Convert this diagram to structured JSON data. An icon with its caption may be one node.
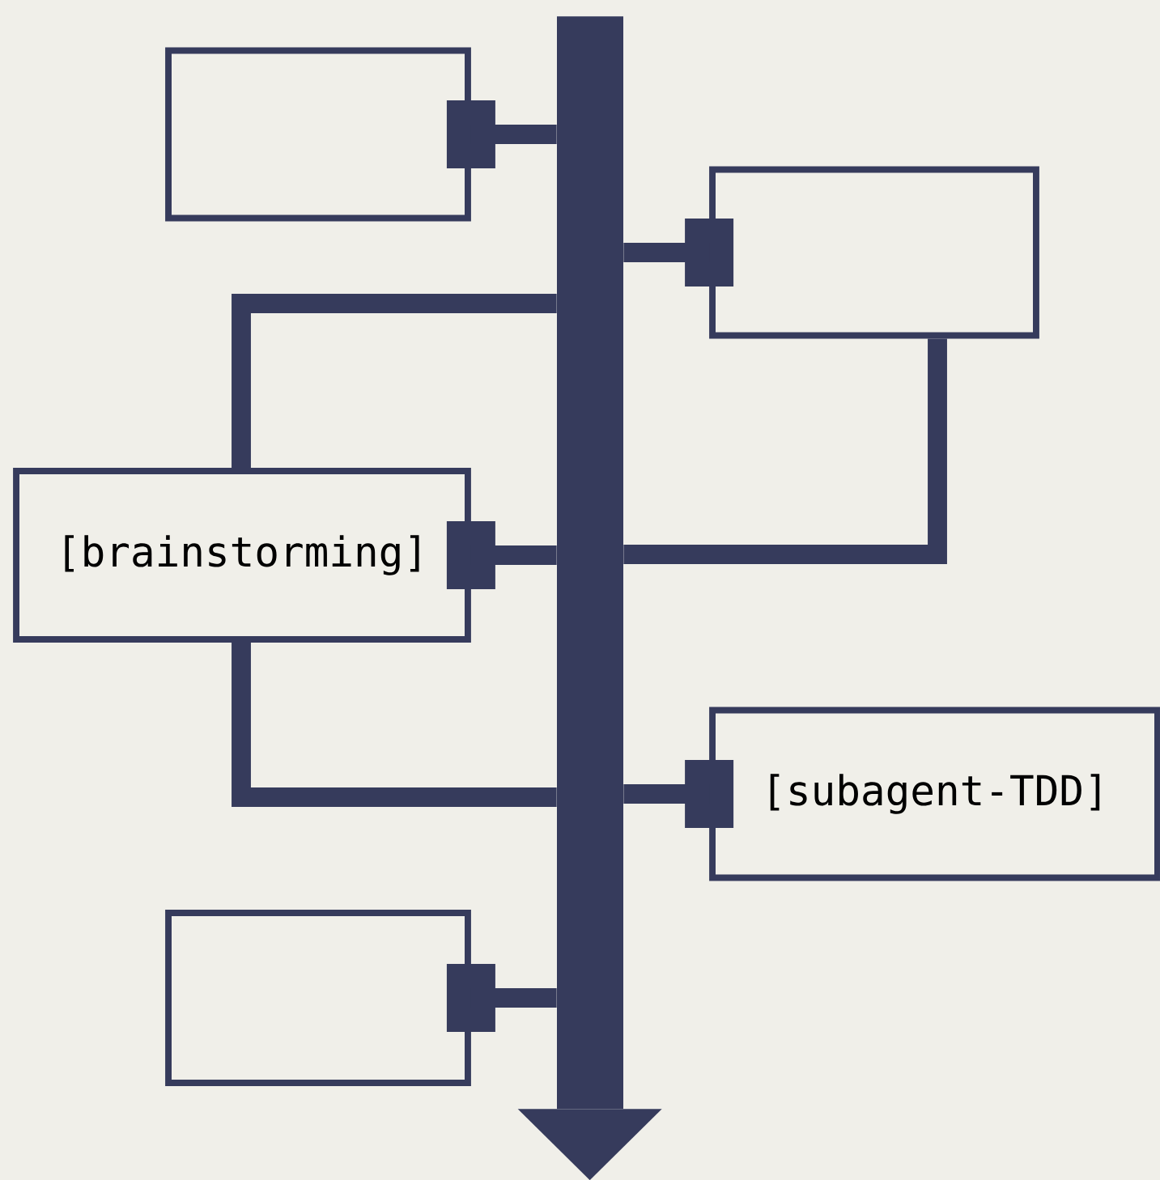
{
  "diagram": {
    "nodes": [
      {
        "text": [],
        "shape": "box"
      },
      {
        "text": [],
        "shape": "box"
      },
      {
        "text": [
          "[brainstorming]"
        ]
      },
      {
        "text": [
          "[subagent-TDD]"
        ]
      },
      {
        "text": [],
        "shape": "box"
      },
      {
        "text": [],
        "shape": "arrow"
      }
    ],
    "edges": [
      {
        "from": 0,
        "to": 5,
        "arrow": "none"
      },
      {
        "from": 5,
        "to": 1,
        "arrow": "none"
      },
      {
        "from": 2,
        "to": 5,
        "arrow": "none"
      },
      {
        "from": 5,
        "to": 3,
        "arrow": "none"
      },
      {
        "from": 4,
        "to": 5,
        "arrow": "none"
      },
      {
        "from": 5,
        "to": 2,
        "arrow": "none"
      },
      {
        "from": 2,
        "to": 5,
        "arrow": "none"
      },
      {
        "from": 1,
        "to": 5,
        "arrow": "none"
      }
    ]
  }
}
